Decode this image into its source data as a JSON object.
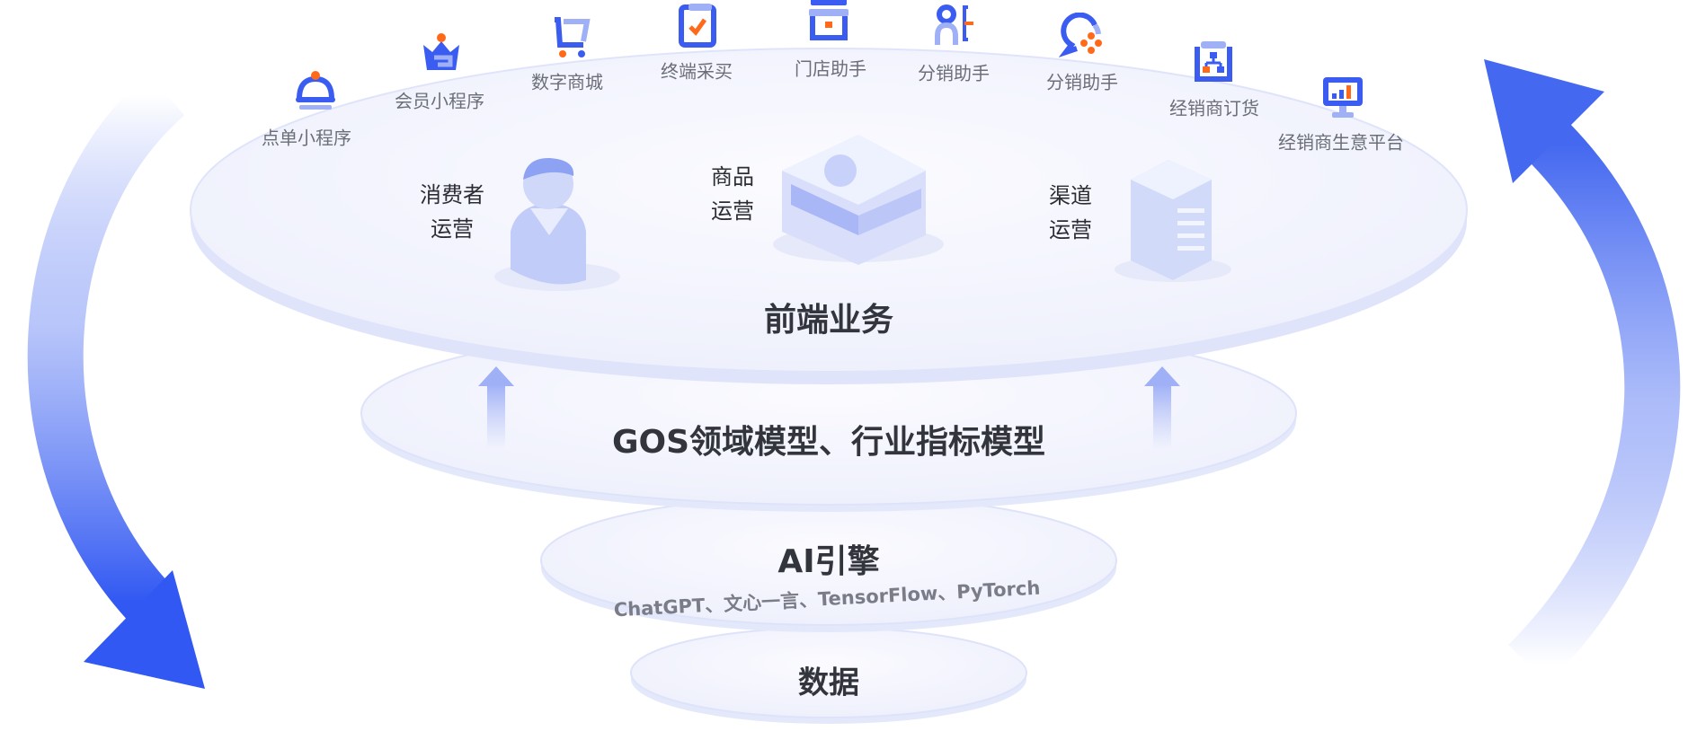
{
  "apps": [
    {
      "label": "点单小程序",
      "icon": "bell-icon"
    },
    {
      "label": "会员小程序",
      "icon": "crown-icon"
    },
    {
      "label": "数字商城",
      "icon": "cart-icon"
    },
    {
      "label": "终端采买",
      "icon": "clipboard-check-icon"
    },
    {
      "label": "门店助手",
      "icon": "store-icon"
    },
    {
      "label": "分销助手",
      "icon": "user-network-icon"
    },
    {
      "label": "分销助手",
      "icon": "chat-network-icon"
    },
    {
      "label": "经销商订货",
      "icon": "org-chart-icon"
    },
    {
      "label": "经销商生意平台",
      "icon": "monitor-chart-icon"
    }
  ],
  "ops": {
    "consumer": [
      "消费者",
      "运营"
    ],
    "product": [
      "商品",
      "运营"
    ],
    "channel": [
      "渠道",
      "运营"
    ]
  },
  "layers": {
    "frontend": "前端业务",
    "model": "GOS领域模型、行业指标模型",
    "ai": "AI引擎",
    "ai_sub": "ChatGPT、文心一言、TensorFlow、PyTorch",
    "data": "数据"
  },
  "colors": {
    "primary": "#3a5cf0",
    "accent": "#ff6a1a",
    "disc": "#f4f5fd"
  }
}
